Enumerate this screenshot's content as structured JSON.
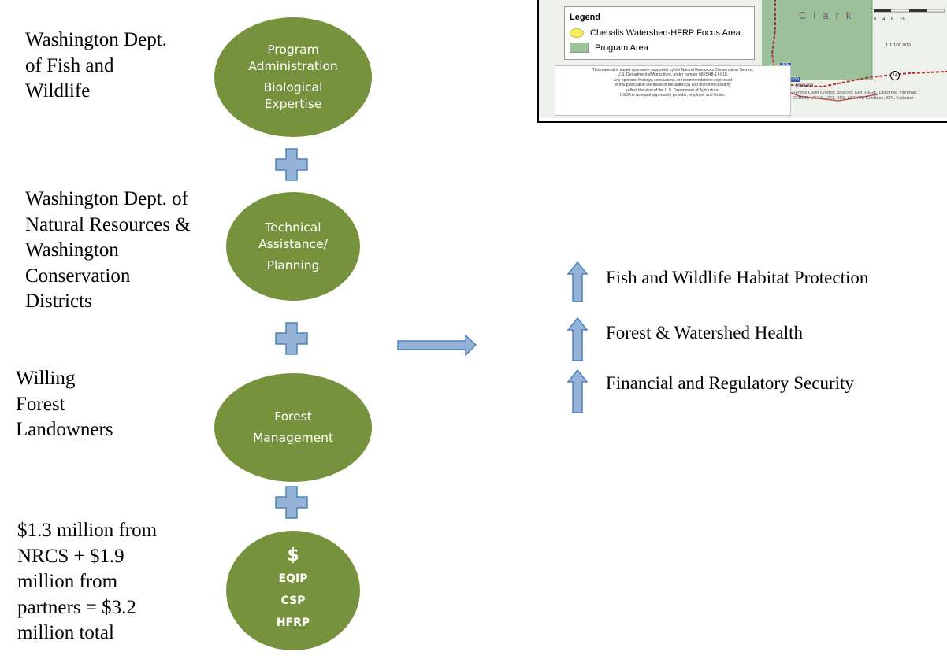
{
  "inputs": [
    {
      "label": "Washington Dept.\nof Fish and\nWildlife"
    },
    {
      "label": "Washington Dept. of\nNatural Resources &\nWashington\nConservation\nDistricts"
    },
    {
      "label": "Willing\nForest\nLandowners"
    },
    {
      "label": "$1.3 million from\nNRCS + $1.9\nmillion from\npartners = $3.2\nmillion total"
    }
  ],
  "nodes": [
    {
      "lines": [
        "Program Administration",
        "Biological Expertise"
      ]
    },
    {
      "lines": [
        "Technical Assistance/",
        "Planning"
      ]
    },
    {
      "lines": [
        "Forest",
        "Management"
      ]
    },
    {
      "symbol": "$",
      "programs": [
        "EQIP",
        "CSP",
        "HFRP"
      ]
    }
  ],
  "outcomes": [
    "Fish and Wildlife Habitat Protection",
    "Forest & Watershed Health",
    "Financial and Regulatory Security"
  ],
  "map": {
    "legend_title": "Legend",
    "legend_items": [
      {
        "label": "Chehalis Watershed-HFRP Focus Area",
        "color": "#f7ef63"
      },
      {
        "label": "Program Area",
        "color": "#9dc39b"
      }
    ],
    "disclaimer": "This material is based upon work supported by the Natural Resources Conservation Service,\nU.S. Department of Agriculture, under number 68-0848-17-618.\nAny opinions, findings, conclusions, or recommendations expressed\nin this publication are those of the author(s) and do not necessarily\nreflect the view of the U.S. Department of Agriculture.\nUSDA is an equal opportunity provider, employer and lender.",
    "county_label": "Clark",
    "scale_numbers": "0 4 8 16",
    "scale_ratio": "1:1,100,000",
    "shield_205": "205",
    "shield_14": "14",
    "place_label": "Portland",
    "credit": "Service Layer Credits: Sources: Esri, HERE, DeLorme, Intermap,\nGEBCO, USGS, FAO, NPS, NRCAN, GeoBase, IGN, Kadaster"
  },
  "colors": {
    "node_fill": "#77923c",
    "arrow_fill": "#95b3d7",
    "arrow_stroke": "#4f81bd"
  }
}
